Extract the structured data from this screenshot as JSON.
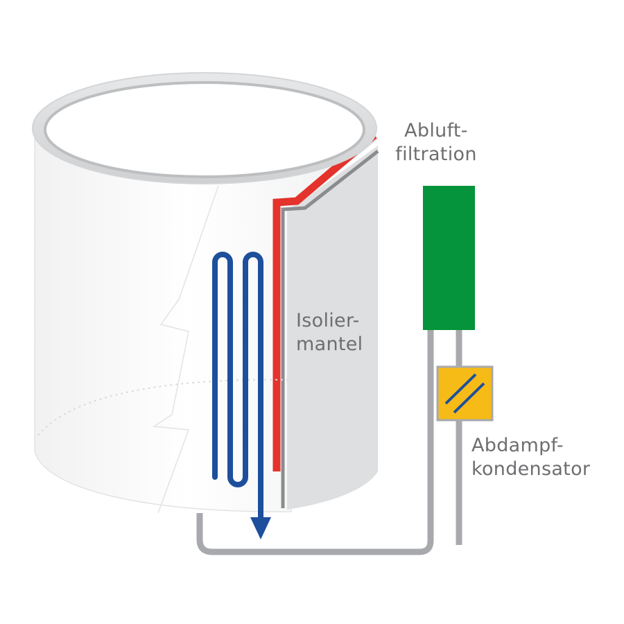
{
  "labels": {
    "insulation_jacket": [
      "Isolier-",
      "mantel"
    ],
    "exhaust_filtration": [
      "Abluft-",
      "filtration"
    ],
    "vapor_condenser": [
      "Abdampf-",
      "kondensator"
    ]
  },
  "colors": {
    "heating_coil": "#1d4f9c",
    "insulation_layer": "#e3332c",
    "filter": "#05933b",
    "condenser": "#f7bb17",
    "pipe": "#a7a9ac",
    "text": "#6d6e70"
  }
}
